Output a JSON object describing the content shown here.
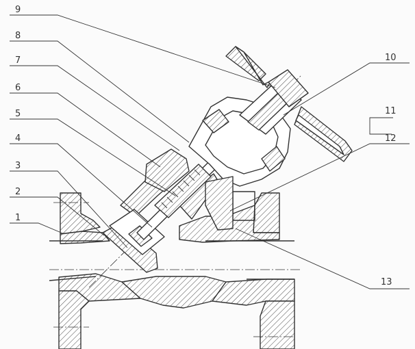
{
  "callouts": [
    {
      "id": "1",
      "text": "1"
    },
    {
      "id": "2",
      "text": "2"
    },
    {
      "id": "3",
      "text": "3"
    },
    {
      "id": "4",
      "text": "4"
    },
    {
      "id": "5",
      "text": "5"
    },
    {
      "id": "6",
      "text": "6"
    },
    {
      "id": "7",
      "text": "7"
    },
    {
      "id": "8",
      "text": "8"
    },
    {
      "id": "9",
      "text": "9"
    },
    {
      "id": "10",
      "text": "10"
    },
    {
      "id": "11",
      "text": "11"
    },
    {
      "id": "12",
      "text": "12"
    },
    {
      "id": "13",
      "text": "13"
    }
  ],
  "colors": {
    "line": "#333333",
    "background": "#fbfbfb"
  }
}
